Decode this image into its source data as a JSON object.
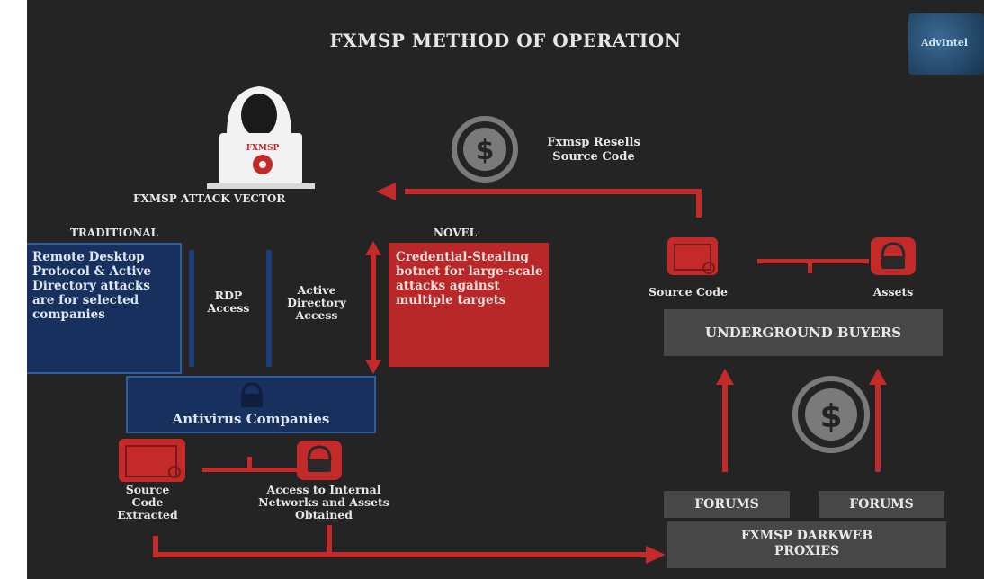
{
  "title": "FXMSP METHOD OF OPERATION",
  "logo_text": "AdvIntel",
  "hacker_badge": "FXMSP",
  "attack_vector_label": "FXMSP ATTACK VECTOR",
  "resell_label": "Fxmsp Resells Source Code",
  "traditional": {
    "heading": "TRADITIONAL",
    "box_text": "Remote Desktop Protocol & Active Directory attacks are for selected companies",
    "rdp_label": "RDP Access",
    "ad_label": "Active Directory Access"
  },
  "novel": {
    "heading": "NOVEL",
    "box_text": "Credential-Stealing botnet for large-scale attacks against multiple targets"
  },
  "antivirus_label": "Antivirus Companies",
  "source_code_extracted_label": "Source Code Extracted",
  "access_internal_label": "Access to Internal Networks and Assets Obtained",
  "source_code_label": "Source Code",
  "assets_label": "Assets",
  "underground_buyers": "UNDERGROUND BUYERS",
  "forums": [
    "FORUMS",
    "FORUMS"
  ],
  "darkweb_proxies": "FXMSP DARKWEB PROXIES",
  "colors": {
    "background": "#242424",
    "red": "#c42a2a",
    "blue": "#17305e",
    "gray": "#474747"
  }
}
